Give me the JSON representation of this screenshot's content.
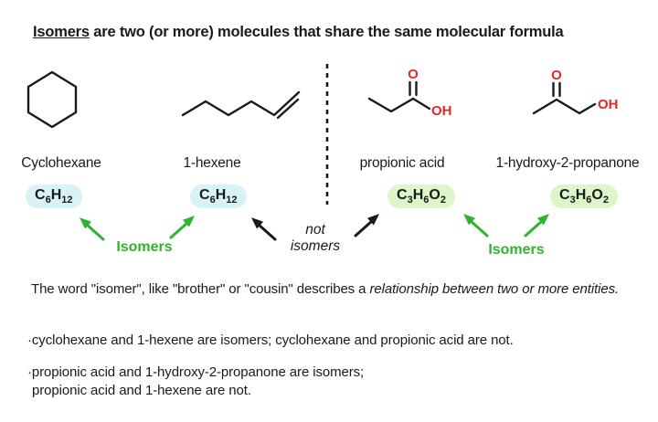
{
  "title": {
    "emphasis": "Isomers",
    "rest": " are two (or more) molecules that share the same molecular formula"
  },
  "colors": {
    "ink": "#1a1a1a",
    "accent_green": "#2eb42e",
    "heteroatom_red": "#e8242a",
    "formula_highlight_blue": "#d9f2f6",
    "formula_highlight_green": "#dcf6ca"
  },
  "molecules": [
    {
      "name": "Cyclohexane",
      "formula": {
        "p0": "C",
        "p1": "6",
        "p2": "H",
        "p3": "12"
      }
    },
    {
      "name": "1-hexene",
      "formula": {
        "p0": "C",
        "p1": "6",
        "p2": "H",
        "p3": "12"
      }
    },
    {
      "name": "propionic acid",
      "formula": {
        "p0": "C",
        "p1": "3",
        "p2": "H",
        "p3": "6",
        "p4": "O",
        "p5": "2"
      }
    },
    {
      "name": "1-hydroxy-2-propanone",
      "formula": {
        "p0": "C",
        "p1": "3",
        "p2": "H",
        "p3": "6",
        "p4": "O",
        "p5": "2"
      }
    }
  ],
  "atom_labels": {
    "o": "O",
    "oh": "OH"
  },
  "annotations": {
    "isomers_left": "Isomers",
    "isomers_right": "Isomers",
    "not_isomers_line1": "not",
    "not_isomers_line2": "isomers"
  },
  "paragraph": {
    "normal": "The word \"isomer\", like \"brother\" or \"cousin\" describes a ",
    "italic": "relationship between two or more entities."
  },
  "bullets": [
    {
      "line1": "·cyclohexane and 1-hexene are isomers; cyclohexane and propionic acid are not."
    },
    {
      "line1": "·propionic acid and 1-hydroxy-2-propanone are isomers;",
      "line2": "propionic acid and 1-hexene are not."
    }
  ]
}
